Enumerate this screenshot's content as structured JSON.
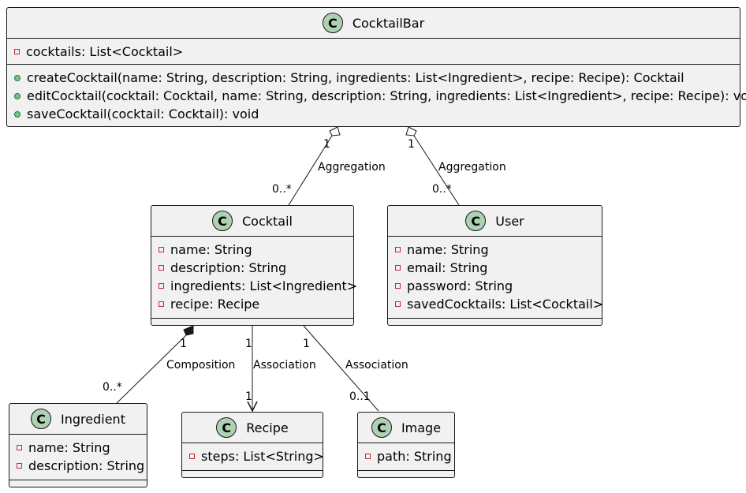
{
  "classes": {
    "cocktailbar": {
      "name": "CocktailBar",
      "badge": "C",
      "attributes": [
        "cocktails: List<Cocktail>"
      ],
      "methods": [
        "createCocktail(name: String, description: String, ingredients: List<Ingredient>, recipe: Recipe): Cocktail",
        "editCocktail(cocktail: Cocktail, name: String, description: String, ingredients: List<Ingredient>, recipe: Recipe): void",
        "saveCocktail(cocktail: Cocktail): void"
      ]
    },
    "cocktail": {
      "name": "Cocktail",
      "badge": "C",
      "attributes": [
        "name: String",
        "description: String",
        "ingredients: List<Ingredient>",
        "recipe: Recipe"
      ]
    },
    "user": {
      "name": "User",
      "badge": "C",
      "attributes": [
        "name: String",
        "email: String",
        "password: String",
        "savedCocktails: List<Cocktail>"
      ]
    },
    "ingredient": {
      "name": "Ingredient",
      "badge": "C",
      "attributes": [
        "name: String",
        "description: String"
      ]
    },
    "recipe": {
      "name": "Recipe",
      "badge": "C",
      "attributes": [
        "steps: List<String>"
      ]
    },
    "image": {
      "name": "Image",
      "badge": "C",
      "attributes": [
        "path: String"
      ]
    }
  },
  "relations": {
    "bar_cocktail": {
      "label": "Aggregation",
      "from_mult": "1",
      "to_mult": "0..*"
    },
    "bar_user": {
      "label": "Aggregation",
      "from_mult": "1",
      "to_mult": "0..*"
    },
    "cocktail_ingredient": {
      "label": "Composition",
      "from_mult": "1",
      "to_mult": "0..*"
    },
    "cocktail_recipe": {
      "label": "Association",
      "from_mult": "1",
      "to_mult": "1"
    },
    "cocktail_image": {
      "label": "Association",
      "from_mult": "1",
      "to_mult": "0..1"
    }
  },
  "colors": {
    "class_fill": "#f1f1f1",
    "class_border": "#181818",
    "badge_fill": "#add1b2",
    "private_marker": "#c82930",
    "public_marker": "#84be84"
  }
}
